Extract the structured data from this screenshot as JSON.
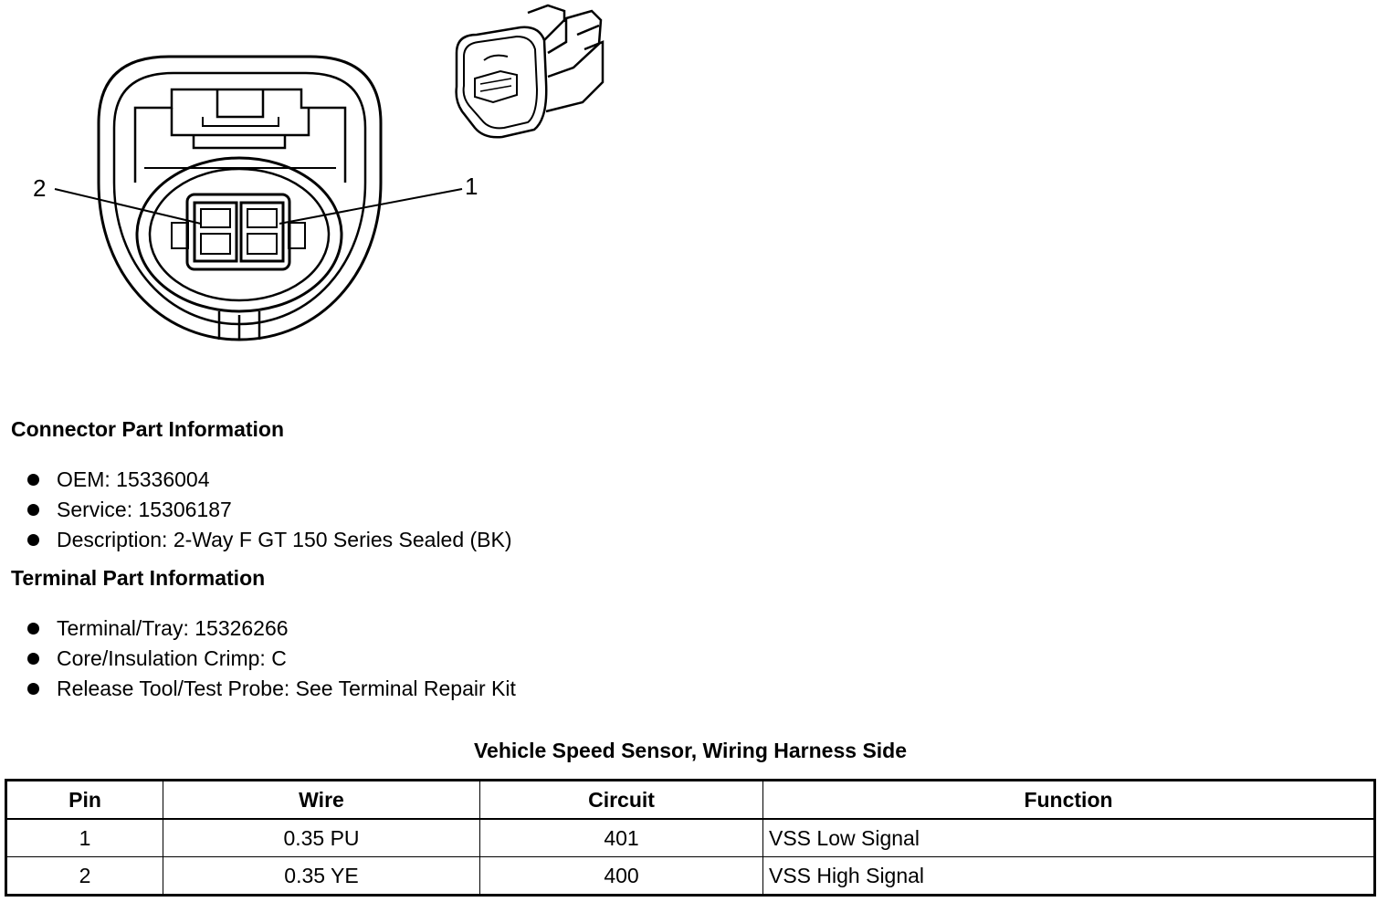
{
  "diagram": {
    "pin_labels": [
      "2",
      "1"
    ]
  },
  "connector_section": {
    "heading": "Connector Part Information",
    "items": [
      "OEM: 15336004",
      "Service: 15306187",
      "Description: 2-Way F GT 150 Series Sealed (BK)"
    ]
  },
  "terminal_section": {
    "heading": "Terminal Part Information",
    "items": [
      "Terminal/Tray: 15326266",
      "Core/Insulation Crimp: C",
      "Release Tool/Test Probe: See Terminal Repair Kit"
    ]
  },
  "table": {
    "caption": "Vehicle Speed Sensor, Wiring Harness Side",
    "headers": [
      "Pin",
      "Wire",
      "Circuit",
      "Function"
    ],
    "rows": [
      [
        "1",
        "0.35 PU",
        "401",
        "VSS Low Signal"
      ],
      [
        "2",
        "0.35 YE",
        "400",
        "VSS High Signal"
      ]
    ]
  }
}
